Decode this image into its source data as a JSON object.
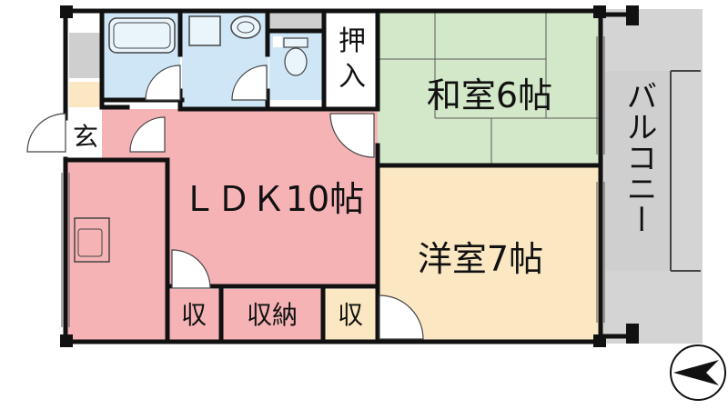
{
  "floorplan": {
    "rooms": {
      "washitsu": "和室6帖",
      "youshitsu": "洋室7帖",
      "ldk": "ＬＤＫ10帖",
      "oshiire": "押入",
      "genkan": "玄",
      "storage_left": "収",
      "storage_mid": "収納",
      "storage_right": "収",
      "balcony": "バルコニー"
    },
    "colors": {
      "washitsu": "#d3e8c8",
      "youshitsu": "#fbe8c2",
      "ldk": "#f5b3b6",
      "wet_area": "#cfe6f7",
      "balcony": "#d4d4d4",
      "wall": "#111111",
      "oshiire": "#ffffff",
      "entry_tile": "#fbe8c2"
    },
    "compass": {
      "symbol": "north-arrow"
    }
  }
}
